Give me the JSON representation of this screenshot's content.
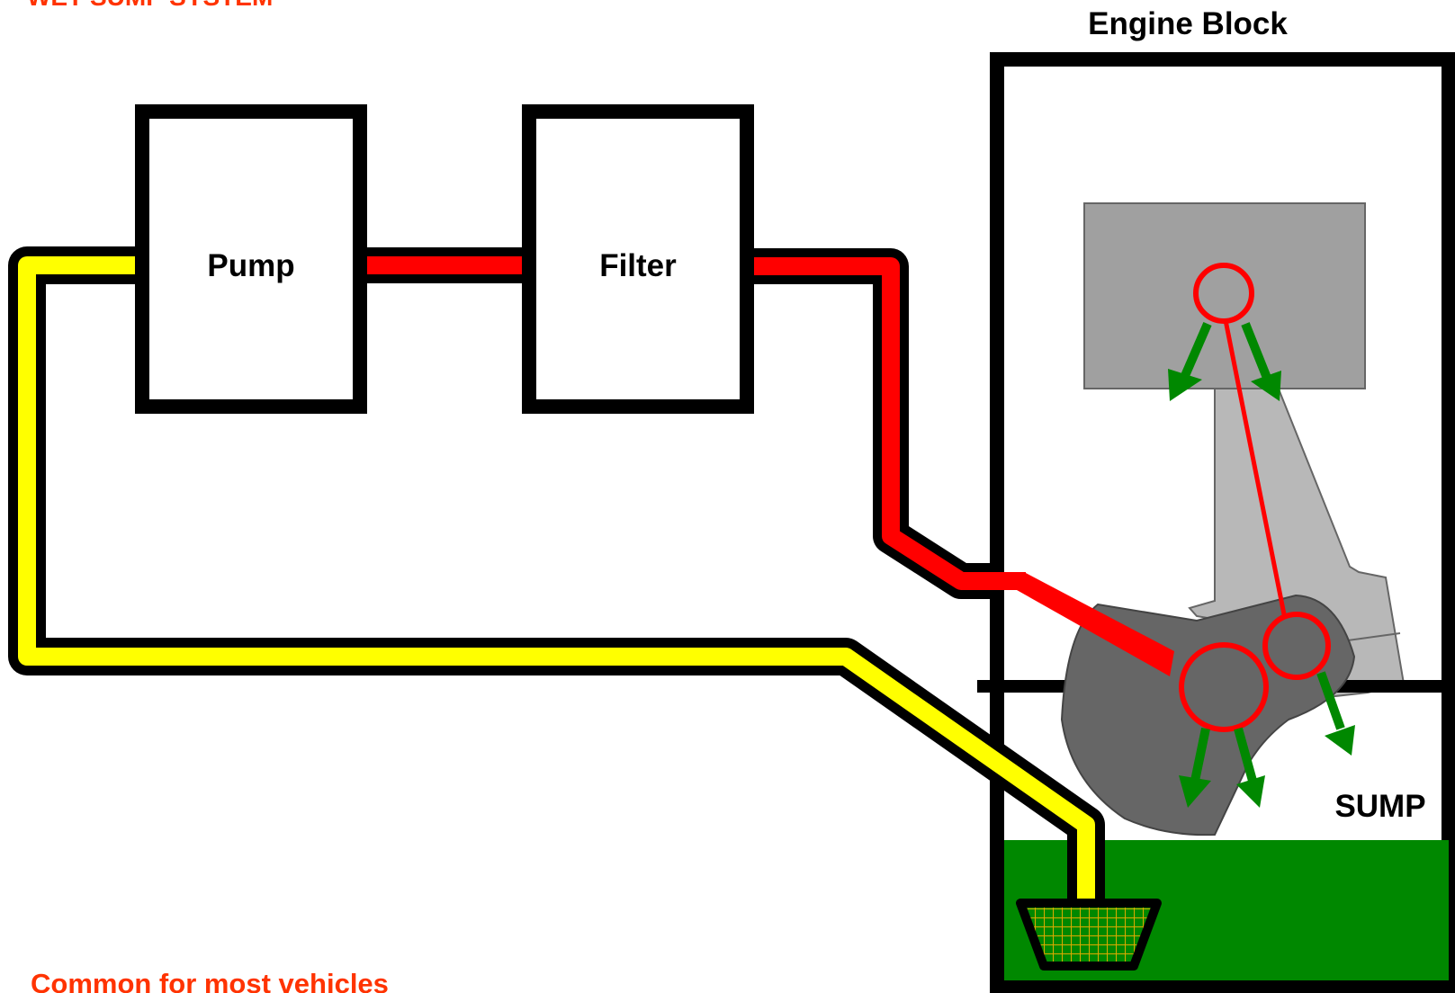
{
  "title": "WET SUMP SYSTEM",
  "caption": "Common for most vehicles",
  "labels": {
    "engine_block": "Engine Block",
    "pump": "Pump",
    "filter": "Filter",
    "sump": "SUMP"
  },
  "colors": {
    "title_text": "#ff3300",
    "outline": "#000000",
    "suction_line": "#ffff00",
    "pressure_line": "#ff0000",
    "oil_flow_arrows": "#008800",
    "oil": "#008800",
    "piston": "#a0a0a0",
    "connecting_rod": "#b8b8b8",
    "crankshaft": "#666666",
    "strainer_mesh": "#ddaa00"
  }
}
